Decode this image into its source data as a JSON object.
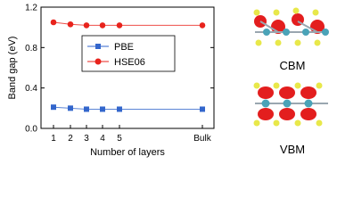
{
  "chart_data": {
    "type": "line",
    "title": "",
    "xlabel": "Number of layers",
    "ylabel": "Band gap (eV)",
    "categories": [
      "1",
      "2",
      "3",
      "4",
      "5",
      "Bulk"
    ],
    "ylim": [
      0.0,
      1.2
    ],
    "yticks": [
      "0.0",
      "0.4",
      "0.8",
      "1.2"
    ],
    "grid": false,
    "legend_position": "middle-center",
    "series": [
      {
        "name": "PBE",
        "color": "#3366cc",
        "marker": "square",
        "values": [
          0.21,
          0.2,
          0.19,
          0.19,
          0.19,
          0.19
        ]
      },
      {
        "name": "HSE06",
        "color": "#e8231c",
        "marker": "circle",
        "values": [
          1.05,
          1.03,
          1.02,
          1.02,
          1.02,
          1.02
        ]
      }
    ]
  },
  "panels": {
    "cbm_label": "CBM",
    "vbm_label": "VBM",
    "lobe_color": "#e31e1e",
    "metal_color": "#4aa3b8",
    "chalcogen_color": "#e8e84a"
  }
}
